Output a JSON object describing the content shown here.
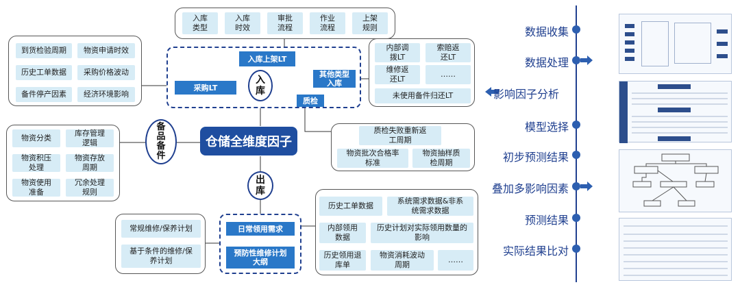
{
  "top_row": [
    "入库\n类型",
    "入库\n时效",
    "审批\n流程",
    "作业\n流程",
    "上架\n规则"
  ],
  "left_top": [
    "到货检验周期",
    "物资申请时效",
    "历史工单数据",
    "采购价格波动",
    "备件停产因素",
    "经济环境影响"
  ],
  "inbound": {
    "putaway_lt": "入库上架LT",
    "purchase_lt": "采购LT",
    "other_type": "其他类型\n入库",
    "qc": "质检",
    "circle": "入\n库"
  },
  "right_top": [
    "内部调\n拨LT",
    "索赔返\n还LT",
    "维修返\n还LT",
    "……",
    "未使用备件归还LT"
  ],
  "qc_group": [
    "质检失败重新返\n工周期",
    "物资批次合格率\n标准",
    "物资抽样质\n检周期"
  ],
  "spare": {
    "circle": "备\n品\n备\n件",
    "items": [
      "物资分类",
      "库存管理\n逻辑",
      "物资积压\n处理",
      "物资存放\n周期",
      "物资使用\n准备",
      "冗余处理\n规则"
    ]
  },
  "center_label": "仓储全维度因子",
  "outbound": {
    "circle": "出\n库",
    "daily": "日常领用需求",
    "preventive": "预防性维修计划\n大纲"
  },
  "bottom_left": [
    "常规维修/保养计划",
    "基于条件的维修/保\n养计划"
  ],
  "bottom_right": [
    "历史工单数据",
    "系统需求数据&非系\n统需求数据",
    "内部领用\n数据",
    "历史计划对实际领用数量的\n影响",
    "历史领用退\n库单",
    "物资消耗波动\n周期",
    "……"
  ],
  "steps": [
    "数据收集",
    "数据处理",
    "影响因子分析",
    "模型选择",
    "初步预测结果",
    "叠加多影响因素",
    "预测结果",
    "实际结果比对"
  ],
  "thumbnails": [
    "workflow-diagram-thumbnail",
    "factor-table-thumbnail",
    "decision-tree-thumbnail",
    "results-table-thumbnail"
  ],
  "colors": {
    "dark_blue": "#1f4ea0",
    "mid_blue": "#2a78c8",
    "cell_blue": "#d7ecf6",
    "step_blue": "#1f3f8f"
  }
}
